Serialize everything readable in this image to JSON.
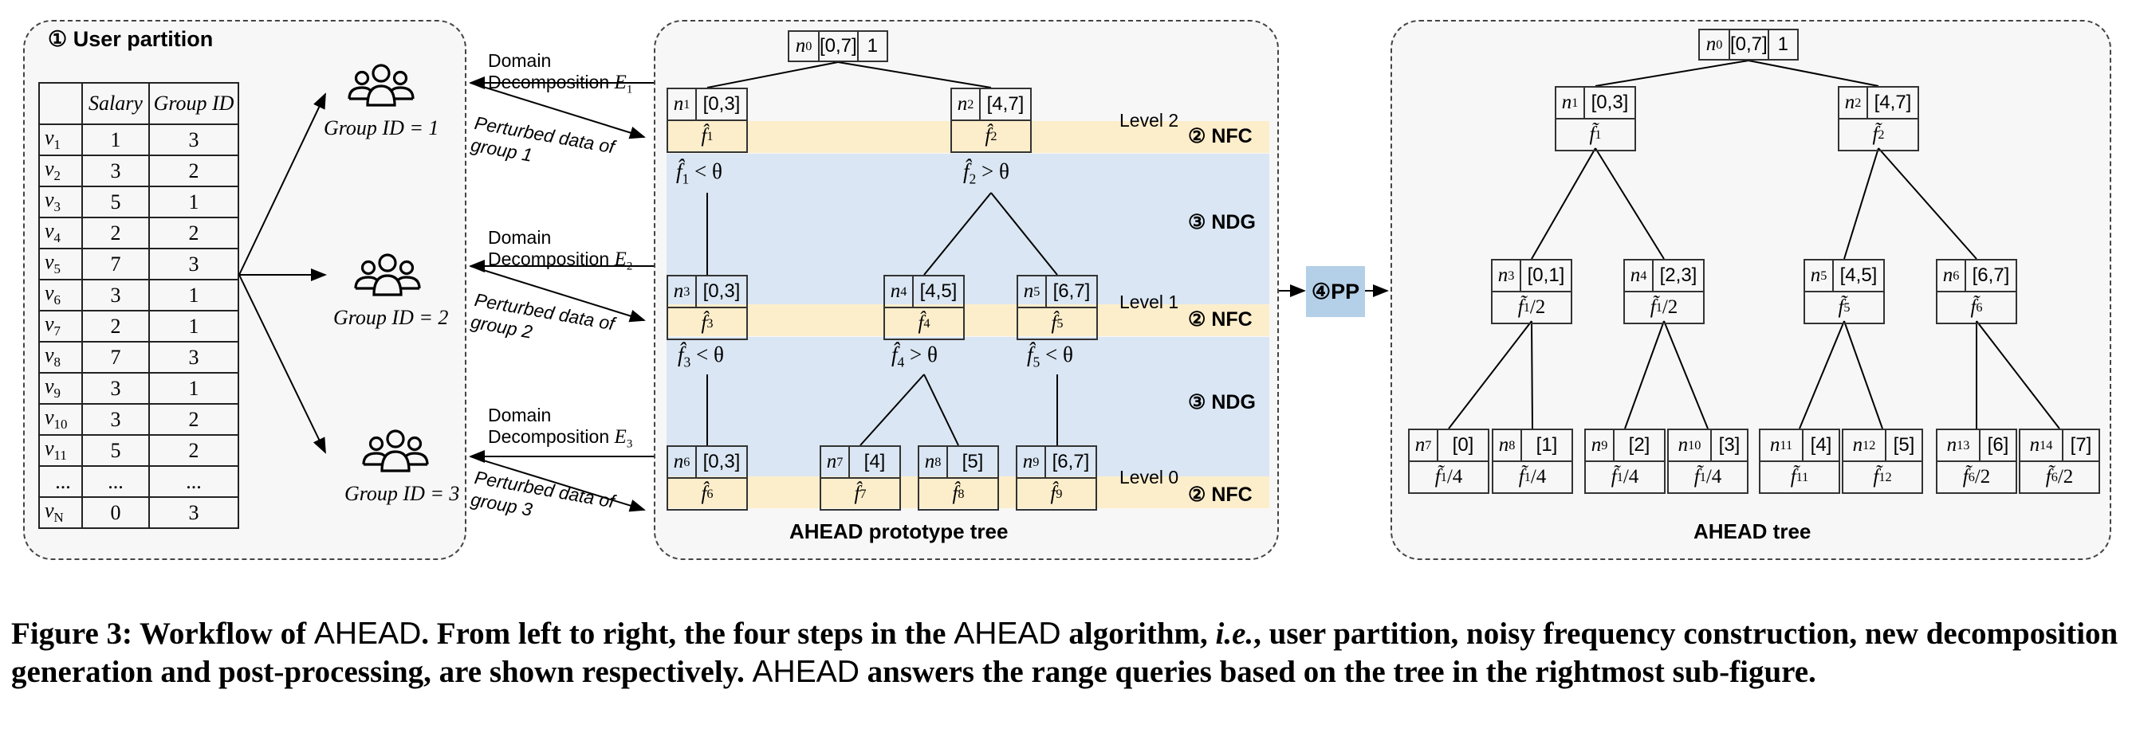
{
  "figure": {
    "colors": {
      "panel_bg": "#f7f7f7",
      "nfc_band": "#fdeecb",
      "ndg_band": "#dae6f3",
      "pp_box": "#b4cfe8",
      "line": "#000000"
    },
    "panel1": {
      "title": "① User partition",
      "table": {
        "headers": [
          "",
          "Salary",
          "Group ID"
        ],
        "rows": [
          {
            "id": "v",
            "sub": "1",
            "salary": "1",
            "group": "3"
          },
          {
            "id": "v",
            "sub": "2",
            "salary": "3",
            "group": "2"
          },
          {
            "id": "v",
            "sub": "3",
            "salary": "5",
            "group": "1"
          },
          {
            "id": "v",
            "sub": "4",
            "salary": "2",
            "group": "2"
          },
          {
            "id": "v",
            "sub": "5",
            "salary": "7",
            "group": "3"
          },
          {
            "id": "v",
            "sub": "6",
            "salary": "3",
            "group": "1"
          },
          {
            "id": "v",
            "sub": "7",
            "salary": "2",
            "group": "1"
          },
          {
            "id": "v",
            "sub": "8",
            "salary": "7",
            "group": "3"
          },
          {
            "id": "v",
            "sub": "9",
            "salary": "3",
            "group": "1"
          },
          {
            "id": "v",
            "sub": "10",
            "salary": "3",
            "group": "2"
          },
          {
            "id": "v",
            "sub": "11",
            "salary": "5",
            "group": "2"
          },
          {
            "id": "...",
            "sub": "",
            "salary": "...",
            "group": "..."
          },
          {
            "id": "v",
            "sub": "N",
            "salary": "0",
            "group": "3"
          }
        ]
      },
      "groups": [
        {
          "label": "Group ID = 1",
          "icon": "users-icon"
        },
        {
          "label": "Group ID = 2",
          "icon": "users-icon"
        },
        {
          "label": "Group ID = 3",
          "icon": "users-icon"
        }
      ]
    },
    "exchanges": [
      {
        "domain_line1": "Domain",
        "domain_line2": "Decomposition",
        "E": "E",
        "E_sub": "1",
        "perturbed_line1": "Perturbed data of",
        "perturbed_line2": "group 1"
      },
      {
        "domain_line1": "Domain",
        "domain_line2": "Decomposition",
        "E": "E",
        "E_sub": "2",
        "perturbed_line1": "Perturbed data of",
        "perturbed_line2": "group 2"
      },
      {
        "domain_line1": "Domain",
        "domain_line2": "Decomposition",
        "E": "E",
        "E_sub": "3",
        "perturbed_line1": "Perturbed data of",
        "perturbed_line2": "group 3"
      }
    ],
    "panel2": {
      "title": "AHEAD prototype tree",
      "root": {
        "id": "n",
        "sub": "0",
        "range": "[0,7]",
        "count": "1"
      },
      "levels": [
        {
          "label": "Level 2",
          "nfc": "② NFC",
          "ndg": "③ NDG"
        },
        {
          "label": "Level 1",
          "nfc": "② NFC",
          "ndg": "③ NDG"
        },
        {
          "label": "Level 0",
          "nfc": "② NFC"
        }
      ],
      "nodes": [
        {
          "id": "n",
          "sub": "1",
          "range": "[0,3]",
          "freq": "f̂",
          "fsub": "1"
        },
        {
          "id": "n",
          "sub": "2",
          "range": "[4,7]",
          "freq": "f̂",
          "fsub": "2"
        },
        {
          "id": "n",
          "sub": "3",
          "range": "[0,3]",
          "freq": "f̂",
          "fsub": "3"
        },
        {
          "id": "n",
          "sub": "4",
          "range": "[4,5]",
          "freq": "f̂",
          "fsub": "4"
        },
        {
          "id": "n",
          "sub": "5",
          "range": "[6,7]",
          "freq": "f̂",
          "fsub": "5"
        },
        {
          "id": "n",
          "sub": "6",
          "range": "[0,3]",
          "freq": "f̂",
          "fsub": "6"
        },
        {
          "id": "n",
          "sub": "7",
          "range": "[4]",
          "freq": "f̂",
          "fsub": "7"
        },
        {
          "id": "n",
          "sub": "8",
          "range": "[5]",
          "freq": "f̂",
          "fsub": "8"
        },
        {
          "id": "n",
          "sub": "9",
          "range": "[6,7]",
          "freq": "f̂",
          "fsub": "9"
        }
      ],
      "conditions": [
        {
          "f": "f̂",
          "sub": "1",
          "op": "< θ"
        },
        {
          "f": "f̂",
          "sub": "2",
          "op": "> θ"
        },
        {
          "f": "f̂",
          "sub": "3",
          "op": "< θ"
        },
        {
          "f": "f̂",
          "sub": "4",
          "op": "> θ"
        },
        {
          "f": "f̂",
          "sub": "5",
          "op": "< θ"
        }
      ]
    },
    "pp_step": "④PP",
    "panel3": {
      "title": "AHEAD tree",
      "root": {
        "id": "n",
        "sub": "0",
        "range": "[0,7]",
        "count": "1"
      },
      "nodes": [
        {
          "id": "n",
          "sub": "1",
          "range": "[0,3]",
          "freq": "f̃",
          "fsub": "1",
          "div": ""
        },
        {
          "id": "n",
          "sub": "2",
          "range": "[4,7]",
          "freq": "f̃",
          "fsub": "2",
          "div": ""
        },
        {
          "id": "n",
          "sub": "3",
          "range": "[0,1]",
          "freq": "f̃",
          "fsub": "1",
          "div": "/2"
        },
        {
          "id": "n",
          "sub": "4",
          "range": "[2,3]",
          "freq": "f̃",
          "fsub": "1",
          "div": "/2"
        },
        {
          "id": "n",
          "sub": "5",
          "range": "[4,5]",
          "freq": "f̃",
          "fsub": "5",
          "div": ""
        },
        {
          "id": "n",
          "sub": "6",
          "range": "[6,7]",
          "freq": "f̃",
          "fsub": "6",
          "div": ""
        },
        {
          "id": "n",
          "sub": "7",
          "range": "[0]",
          "freq": "f̃",
          "fsub": "1",
          "div": "/4"
        },
        {
          "id": "n",
          "sub": "8",
          "range": "[1]",
          "freq": "f̃",
          "fsub": "1",
          "div": "/4"
        },
        {
          "id": "n",
          "sub": "9",
          "range": "[2]",
          "freq": "f̃",
          "fsub": "1",
          "div": "/4"
        },
        {
          "id": "n",
          "sub": "10",
          "range": "[3]",
          "freq": "f̃",
          "fsub": "1",
          "div": "/4"
        },
        {
          "id": "n",
          "sub": "11",
          "range": "[4]",
          "freq": "f̃",
          "fsub": "11",
          "div": ""
        },
        {
          "id": "n",
          "sub": "12",
          "range": "[5]",
          "freq": "f̃",
          "fsub": "12",
          "div": ""
        },
        {
          "id": "n",
          "sub": "13",
          "range": "[6]",
          "freq": "f̃",
          "fsub": "6",
          "div": "/2"
        },
        {
          "id": "n",
          "sub": "14",
          "range": "[7]",
          "freq": "f̃",
          "fsub": "6",
          "div": "/2"
        }
      ]
    }
  },
  "caption": {
    "p1": "Figure 3: Workflow of ",
    "sc1": "AHEAD",
    "p2": ". From left to right, the four steps in the ",
    "sc2": "AHEAD",
    "p3": " algorithm, ",
    "ie": "i.e.",
    "p4": ", user partition, noisy frequency construction, new decomposition generation and post-processing, are shown respectively. ",
    "sc3": "AHEAD",
    "p5": " answers the range queries based on the tree in the rightmost sub-figure."
  }
}
